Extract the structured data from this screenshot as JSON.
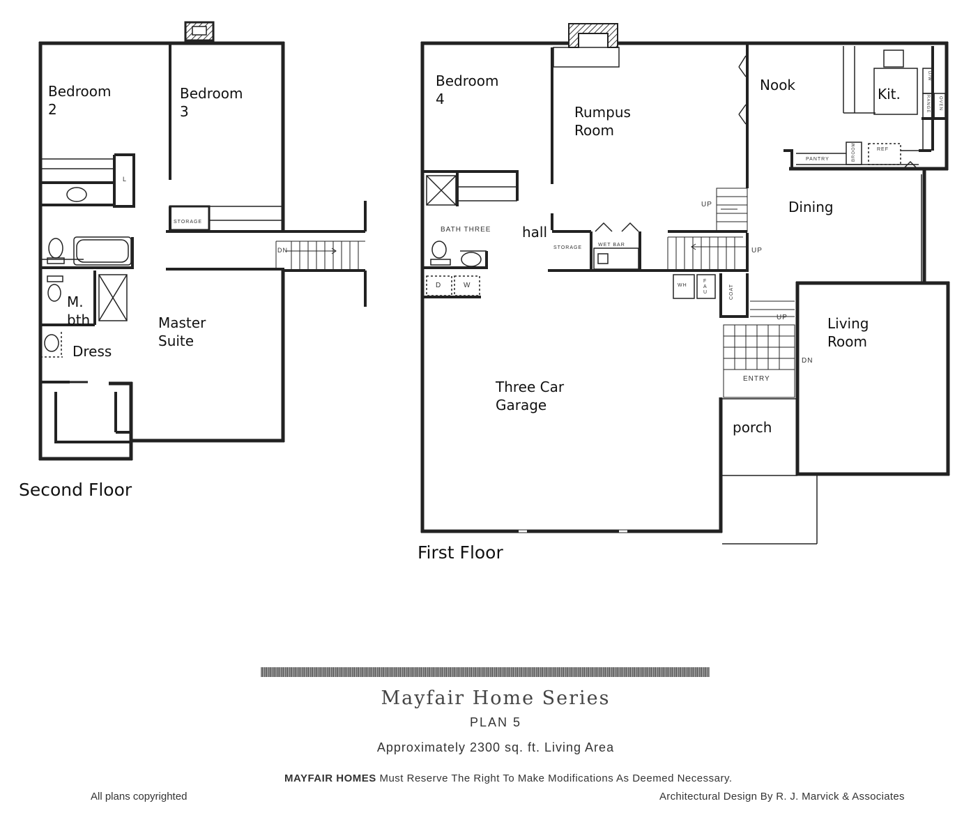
{
  "rooms": {
    "bedroom2": "Bedroom\n   2",
    "bedroom3": "Bedroom\n    3",
    "mbath": "M.\nbth",
    "dress": "Dress",
    "master": "Master\nSuite",
    "bedroom4": "Bedroom\n    4",
    "rumpus": "Rumpus\nRoom",
    "hall": "hall",
    "nook": "Nook",
    "kit": "Kit.",
    "dining": "Dining",
    "living": "Living\nRoom",
    "garage": "Three Car\nGarage",
    "porch": "porch"
  },
  "fixtures": {
    "storage_upper": "STORAGE",
    "dn_upper": "DN",
    "l": "L",
    "bath_three": "BATH THREE",
    "storage_lower": "STORAGE",
    "wet_bar": "WET BAR",
    "up1": "UP",
    "up2": "UP",
    "up3": "UP",
    "dn_lower": "DN",
    "coat": "COAT",
    "entry": "ENTRY",
    "wh": "WH",
    "fau": "FAU",
    "d": "D",
    "w": "W",
    "pantry": "PANTRY",
    "broom": "BROOM",
    "ref": "REF",
    "dw": "D/W",
    "range": "RANGE",
    "oven": "OVEN"
  },
  "floors": {
    "second": "Second Floor",
    "first": "First Floor"
  },
  "footer": {
    "title": "Mayfair Home Series",
    "plan": "PLAN 5",
    "area": "Approximately 2300 sq. ft. Living Area",
    "notice_brand": "MAYFAIR HOMES",
    "notice_rest": " Must Reserve The Right To Make Modifications As Deemed Necessary.",
    "copyright": "All plans copyrighted",
    "architect": "Architectural Design By R. J. Marvick & Associates"
  }
}
